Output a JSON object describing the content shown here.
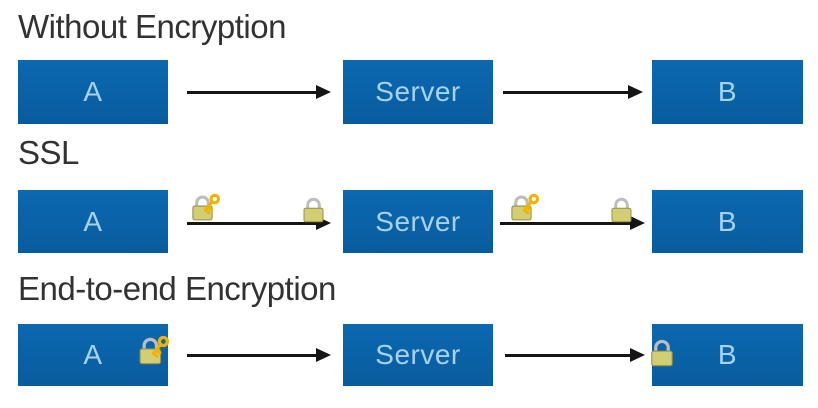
{
  "colors": {
    "background": "#ffffff",
    "box_bg": "#0c68b0",
    "box_bg_dark": "#085c9e",
    "box_label": "#a6d2f2",
    "heading": "#323232",
    "arrow": "#151515",
    "lock_body": "#d3ce74",
    "lock_body_border": "#94913f",
    "lock_shackle": "#bdbdbd",
    "key_gold": "#f2b200"
  },
  "sections": [
    {
      "heading": "Without Encryption",
      "nodes": [
        {
          "label": "A"
        },
        {
          "label": "Server"
        },
        {
          "label": "B"
        }
      ],
      "links": [
        {
          "from": "A",
          "to": "Server",
          "encrypted": false
        },
        {
          "from": "Server",
          "to": "B",
          "encrypted": false
        }
      ]
    },
    {
      "heading": "SSL",
      "nodes": [
        {
          "label": "A"
        },
        {
          "label": "Server"
        },
        {
          "label": "B"
        }
      ],
      "links": [
        {
          "from": "A",
          "to": "Server",
          "encrypted": true,
          "lock_start": "lock-with-key",
          "lock_end": "closed-lock"
        },
        {
          "from": "Server",
          "to": "B",
          "encrypted": true,
          "lock_start": "lock-with-key",
          "lock_end": "closed-lock"
        }
      ]
    },
    {
      "heading": "End-to-end Encryption",
      "nodes": [
        {
          "label": "A",
          "lock": "lock-with-key"
        },
        {
          "label": "Server"
        },
        {
          "label": "B",
          "lock": "closed-lock"
        }
      ],
      "links": [
        {
          "from": "A",
          "to": "Server",
          "encrypted": false
        },
        {
          "from": "Server",
          "to": "B",
          "encrypted": false
        }
      ]
    }
  ]
}
